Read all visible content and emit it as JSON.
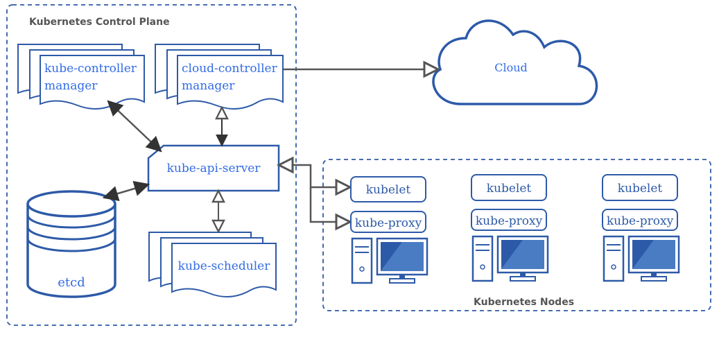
{
  "control_plane": {
    "title": "Kubernetes Control Plane",
    "components": {
      "kube_controller_manager": [
        "kube-controller",
        "manager"
      ],
      "cloud_controller_manager": [
        "cloud-controller",
        "manager"
      ],
      "kube_api_server": "kube-api-server",
      "etcd": "etcd",
      "kube_scheduler": "kube-scheduler"
    }
  },
  "cloud": {
    "label": "Cloud"
  },
  "nodes": {
    "title": "Kubernetes Nodes",
    "items": [
      {
        "kubelet": "kubelet",
        "proxy": "kube-proxy"
      },
      {
        "kubelet": "kubelet",
        "proxy": "kube-proxy"
      },
      {
        "kubelet": "kubelet",
        "proxy": "kube-proxy"
      }
    ]
  },
  "colors": {
    "accent": "#326ce5",
    "border": "#2d5aa8",
    "arrow": "#555555",
    "screen": "#2d5aa8"
  }
}
